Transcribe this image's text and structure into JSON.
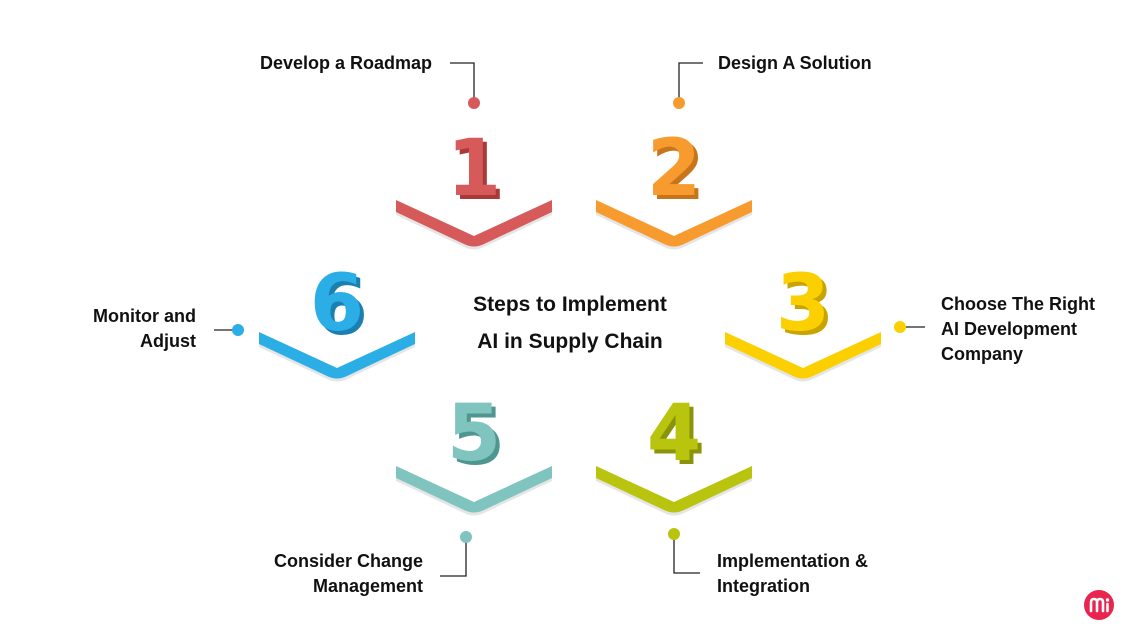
{
  "title_line1": "Steps to Implement",
  "title_line2": "AI in Supply Chain",
  "steps": [
    {
      "number": "1",
      "lines": [
        "Develop a Roadmap"
      ],
      "color": "#d65a5a",
      "shade": "#a83a3a"
    },
    {
      "number": "2",
      "lines": [
        "Design A Solution"
      ],
      "color": "#f79b2e",
      "shade": "#c8741a"
    },
    {
      "number": "3",
      "lines": [
        "Choose The Right",
        "AI Development",
        "Company"
      ],
      "color": "#fcd000",
      "shade": "#c9a400"
    },
    {
      "number": "4",
      "lines": [
        "Implementation &",
        "Integration"
      ],
      "color": "#b8c40e",
      "shade": "#8a940a"
    },
    {
      "number": "5",
      "lines": [
        "Consider Change",
        "Management"
      ],
      "color": "#7fc4bf",
      "shade": "#4f9590"
    },
    {
      "number": "6",
      "lines": [
        "Monitor and",
        "Adjust"
      ],
      "color": "#2baee6",
      "shade": "#1b7fb0"
    }
  ],
  "logo": {
    "icon": "mi-logo-icon",
    "color": "#e8244f"
  }
}
